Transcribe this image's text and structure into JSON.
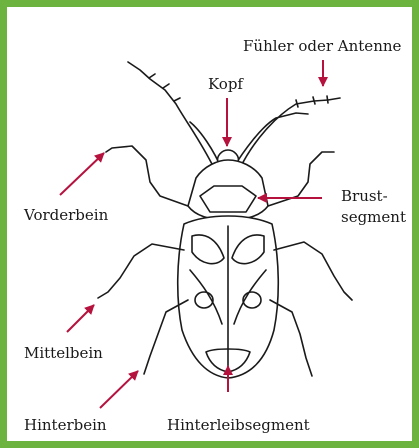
{
  "labels": {
    "antenna": "Fühler oder Antenne",
    "head": "Kopf",
    "thorax_line1": "Brust-",
    "thorax_line2": "segment",
    "foreleg": "Vorderbein",
    "midleg": "Mittelbein",
    "hindleg": "Hinterbein",
    "abdomen": "Hinterleibsegment"
  },
  "colors": {
    "frame": "#6cb33f",
    "arrow": "#b5123e",
    "ink": "#1a1a1a"
  }
}
